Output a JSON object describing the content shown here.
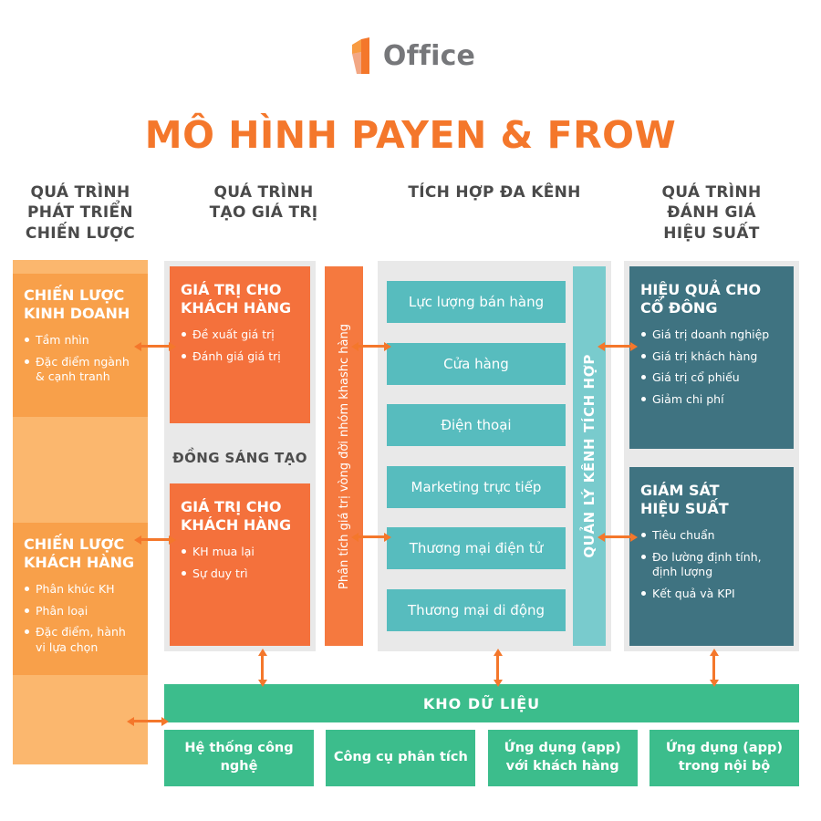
{
  "logo": {
    "icon": "one-office-logo-icon",
    "text": "Office"
  },
  "title": "MÔ HÌNH PAYEN & FROW",
  "colors": {
    "accent_orange": "#F4772B",
    "light_orange_panel": "#FBB76E",
    "orange_box": "#F8A04A",
    "deep_orange_box": "#F4713C",
    "teal_box": "#57BCBE",
    "teal_bar": "#79CBCD",
    "slate_box": "#3F7381",
    "green": "#3CBD8C",
    "panel_gray": "#E9E9E9",
    "header_text": "#4A4A4A"
  },
  "columns": {
    "strategy": {
      "header": "QUÁ TRÌNH\nPHÁT TRIỂN\nCHIẾN LƯỢC",
      "boxes": [
        {
          "title": "CHIẾN LƯỢC\nKINH DOANH",
          "bullets": [
            "Tầm nhìn",
            "Đặc điểm ngành & cạnh tranh"
          ]
        },
        {
          "title": "CHIẾN LƯỢC\nKHÁCH HÀNG",
          "bullets": [
            "Phân khúc KH",
            "Phân loại",
            "Đặc điểm, hành vi lựa chọn"
          ]
        }
      ]
    },
    "value_creation": {
      "header": "QUÁ TRÌNH\nTẠO GIÁ TRỊ",
      "boxes": [
        {
          "title": "GIÁ TRỊ CHO\nKHÁCH HÀNG",
          "bullets": [
            "Đề xuất giá trị",
            "Đánh giá giá trị"
          ]
        },
        {
          "title": "GIÁ TRỊ CHO\nKHÁCH HÀNG",
          "bullets": [
            "KH mua lại",
            "Sự duy trì"
          ]
        }
      ],
      "co_creation_label": "ĐỒNG SÁNG TẠO",
      "vertical_bar": "Phân tích giá trị vòng đời nhóm khashc hàng"
    },
    "channels": {
      "header": "TÍCH HỢP ĐA KÊNH",
      "items": [
        "Lực lượng bán hàng",
        "Cửa hàng",
        "Điện thoại",
        "Marketing trực tiếp",
        "Thương mại điện tử",
        "Thương mại di động"
      ],
      "vertical_bar": "QUẢN LÝ KÊNH TÍCH HỢP"
    },
    "evaluation": {
      "header": "QUÁ TRÌNH\nĐÁNH GIÁ\nHIỆU SUẤT",
      "boxes": [
        {
          "title": "HIỆU QUẢ CHO\nCỔ ĐÔNG",
          "bullets": [
            "Giá trị doanh nghiệp",
            "Giá trị khách hàng",
            "Giá trị cổ phiếu",
            "Giảm chi phí"
          ]
        },
        {
          "title": "GIÁM SÁT\nHIỆU SUẤT",
          "bullets": [
            "Tiêu chuẩn",
            "Đo lường định tính, định lượng",
            "Kết quả và KPI"
          ]
        }
      ]
    }
  },
  "foundation": {
    "warehouse_label": "KHO DỮ LIỆU",
    "boxes": [
      "Hệ thống công nghệ",
      "Công cụ phân tích",
      "Ứng dụng (app)\nvới khách hàng",
      "Ứng dụng (app)\ntrong nội bộ"
    ]
  }
}
